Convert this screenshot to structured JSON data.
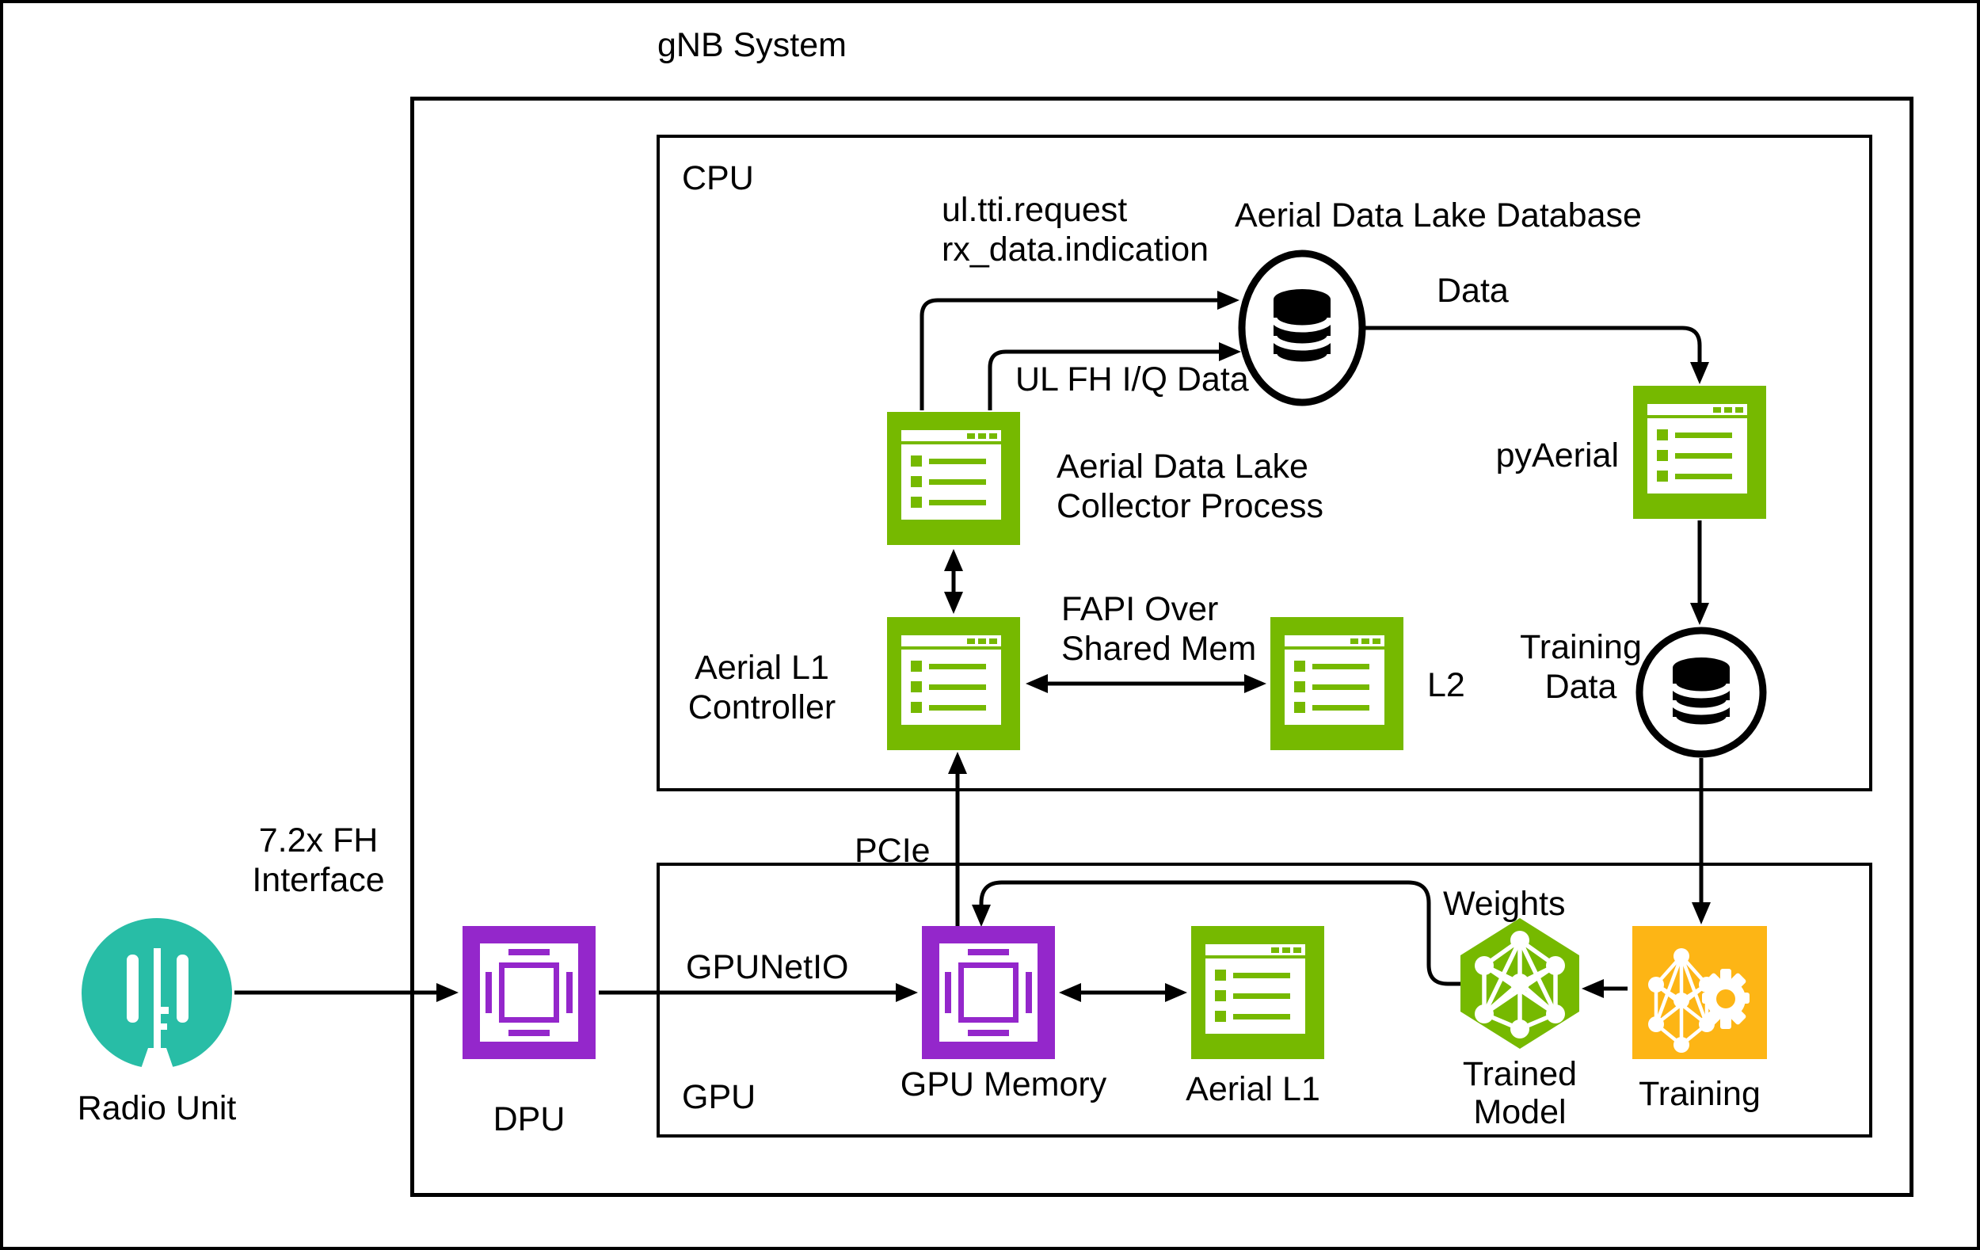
{
  "diagram_title": "gNB System",
  "colors": {
    "nvidia_green": "#76B900",
    "purple": "#9427CB",
    "teal": "#28BDA6",
    "amber": "#FDB515",
    "line": "#000000",
    "background": "#FFFFFF"
  },
  "containers": {
    "gnb": "gNB System",
    "cpu": "CPU",
    "gpu": "GPU"
  },
  "nodes": {
    "radio_unit": "Radio Unit",
    "dpu": "DPU",
    "gpu_memory": "GPU Memory",
    "aerial_l1": "Aerial L1",
    "trained_model": "Trained\nModel",
    "training": "Training",
    "aerial_l1_controller": "Aerial L1\nController",
    "l2": "L2",
    "data_lake_collector": "Aerial Data Lake\nCollector Process",
    "data_lake_database": "Aerial Data Lake Database",
    "pyaerial": "pyAerial",
    "training_data": "Training\nData"
  },
  "edges": {
    "fh_interface": "7.2x FH\nInterface",
    "gpunetio": "GPUNetIO",
    "pcie": "PCIe",
    "weights": "Weights",
    "fapi_shared_mem": "FAPI Over\nShared Mem",
    "ul_tti": "ul.tti.request\nrx_data.indication",
    "ul_fh_iq": "UL FH I/Q Data",
    "data": "Data"
  }
}
